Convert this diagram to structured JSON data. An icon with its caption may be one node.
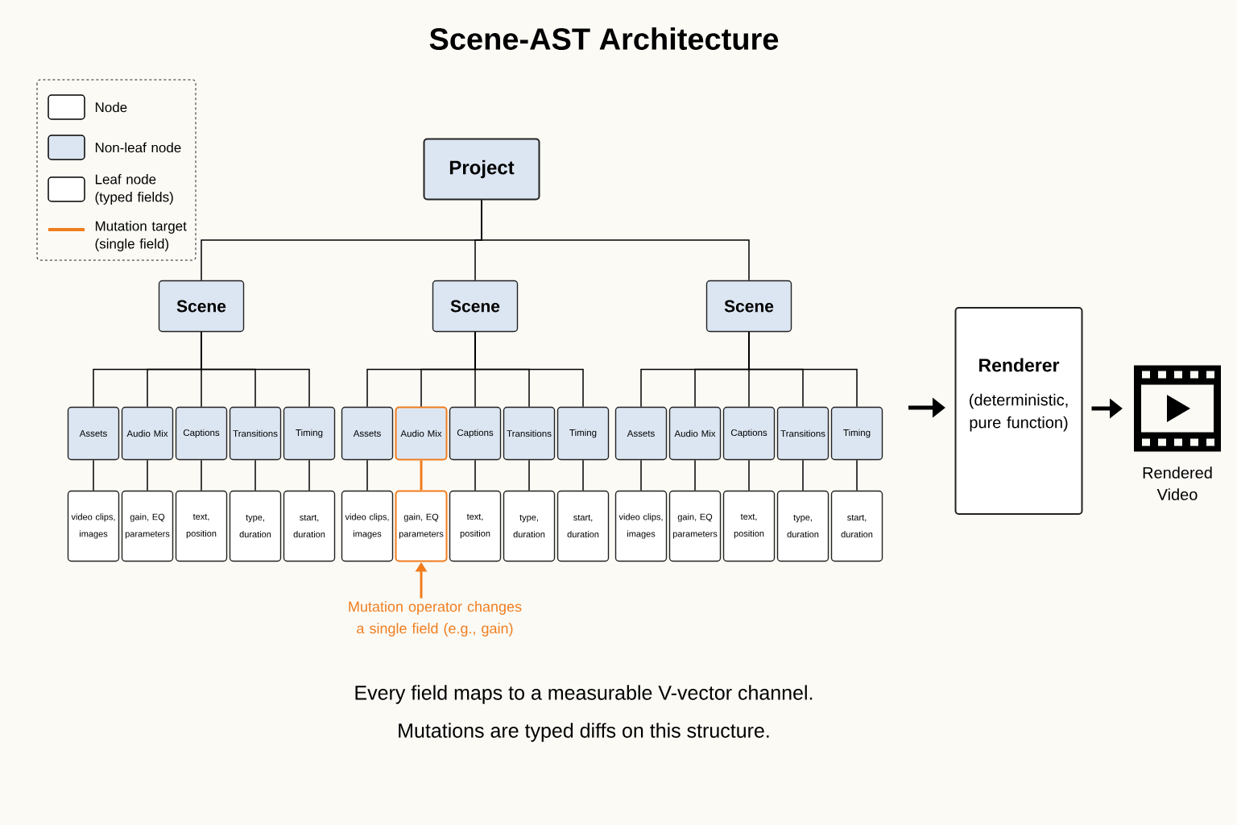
{
  "diagram": {
    "title": "Scene-AST Architecture",
    "nodes": [
      {
        "text": [
          "Project"
        ]
      },
      {
        "text": [
          "Scene"
        ]
      },
      {
        "text": [
          "Scene"
        ]
      },
      {
        "text": [
          "Scene"
        ]
      },
      {
        "text": [
          "Assets"
        ]
      },
      {
        "text": [
          "Audio Mix"
        ]
      },
      {
        "text": [
          "Captions"
        ]
      },
      {
        "text": [
          "Transitions"
        ]
      },
      {
        "text": [
          "Timing"
        ]
      },
      {
        "text": [
          "Assets"
        ]
      },
      {
        "text": [
          "Audio Mix"
        ]
      },
      {
        "text": [
          "Captions"
        ]
      },
      {
        "text": [
          "Transitions"
        ]
      },
      {
        "text": [
          "Timing"
        ]
      },
      {
        "text": [
          "Assets"
        ]
      },
      {
        "text": [
          "Audio Mix"
        ]
      },
      {
        "text": [
          "Captions"
        ]
      },
      {
        "text": [
          "Transitions"
        ]
      },
      {
        "text": [
          "Timing"
        ]
      },
      {
        "text": [
          "video clips, images"
        ]
      },
      {
        "text": [
          "gain, EQ parameters"
        ]
      },
      {
        "text": [
          "text, position"
        ]
      },
      {
        "text": [
          "type, duration"
        ]
      },
      {
        "text": [
          "start, duration"
        ]
      },
      {
        "text": [
          "video clips, images"
        ]
      },
      {
        "text": [
          "gain, EQ parameters"
        ]
      },
      {
        "text": [
          "text, position"
        ]
      },
      {
        "text": [
          "type, duration"
        ]
      },
      {
        "text": [
          "start, duration"
        ]
      },
      {
        "text": [
          "video clips, images"
        ]
      },
      {
        "text": [
          "gain, EQ parameters"
        ]
      },
      {
        "text": [
          "text, position"
        ]
      },
      {
        "text": [
          "type, duration"
        ]
      },
      {
        "text": [
          "start, duration"
        ]
      },
      {
        "text": [
          "Renderer",
          "(deterministic, pure function)"
        ]
      },
      {
        "text": [],
        "shape": "picture",
        "beside": [
          "Rendered Video"
        ]
      },
      {
        "text": [
          "Mutation operator changes a single field (e.g., gain)"
        ]
      }
    ],
    "edges": [
      {
        "from": 0,
        "to": 1,
        "arrow": "none"
      },
      {
        "from": 0,
        "to": 2,
        "arrow": "none"
      },
      {
        "from": 0,
        "to": 3,
        "arrow": "none"
      },
      {
        "from": 1,
        "to": 4,
        "arrow": "none"
      },
      {
        "from": 1,
        "to": 5,
        "arrow": "none"
      },
      {
        "from": 1,
        "to": 6,
        "arrow": "none"
      },
      {
        "from": 1,
        "to": 7,
        "arrow": "none"
      },
      {
        "from": 1,
        "to": 8,
        "arrow": "none"
      },
      {
        "from": 2,
        "to": 9,
        "arrow": "none"
      },
      {
        "from": 2,
        "to": 10,
        "arrow": "none"
      },
      {
        "from": 2,
        "to": 11,
        "arrow": "none"
      },
      {
        "from": 2,
        "to": 12,
        "arrow": "none"
      },
      {
        "from": 2,
        "to": 13,
        "arrow": "none"
      },
      {
        "from": 3,
        "to": 14,
        "arrow": "none"
      },
      {
        "from": 3,
        "to": 15,
        "arrow": "none"
      },
      {
        "from": 3,
        "to": 16,
        "arrow": "none"
      },
      {
        "from": 3,
        "to": 17,
        "arrow": "none"
      },
      {
        "from": 3,
        "to": 18,
        "arrow": "none"
      },
      {
        "from": 4,
        "to": 19,
        "arrow": "none"
      },
      {
        "from": 5,
        "to": 20,
        "arrow": "none"
      },
      {
        "from": 6,
        "to": 21,
        "arrow": "none"
      },
      {
        "from": 7,
        "to": 22,
        "arrow": "none"
      },
      {
        "from": 8,
        "to": 23,
        "arrow": "none"
      },
      {
        "from": 9,
        "to": 24,
        "arrow": "none"
      },
      {
        "from": 10,
        "to": 25,
        "arrow": "none",
        "color": "#f07d1e"
      },
      {
        "from": 11,
        "to": 26,
        "arrow": "none"
      },
      {
        "from": 12,
        "to": 27,
        "arrow": "none"
      },
      {
        "from": 13,
        "to": 28,
        "arrow": "none"
      },
      {
        "from": 14,
        "to": 29,
        "arrow": "none"
      },
      {
        "from": 15,
        "to": 30,
        "arrow": "none"
      },
      {
        "from": 16,
        "to": 31,
        "arrow": "none"
      },
      {
        "from": 17,
        "to": 32,
        "arrow": "none"
      },
      {
        "from": 18,
        "to": 33,
        "arrow": "none"
      },
      {
        "from": null,
        "to": 34,
        "arrow": "to",
        "style": "thick"
      },
      {
        "from": 34,
        "to": 35,
        "arrow": "to",
        "style": "thick"
      },
      {
        "from": 36,
        "to": 25,
        "arrow": "to",
        "color": "#f07d1e"
      }
    ],
    "labels": [
      "Every field maps to a measurable V-vector channel.",
      "Mutations are typed diffs on this structure."
    ],
    "legend": [
      {
        "text": "Node",
        "color": "#ffffff"
      },
      {
        "text": "Non-leaf node",
        "color": "#dce6f2"
      },
      {
        "text": "Leaf node (typed fields)",
        "color": "#ffffff"
      },
      {
        "text": "Mutation target (single field)"
      }
    ]
  }
}
